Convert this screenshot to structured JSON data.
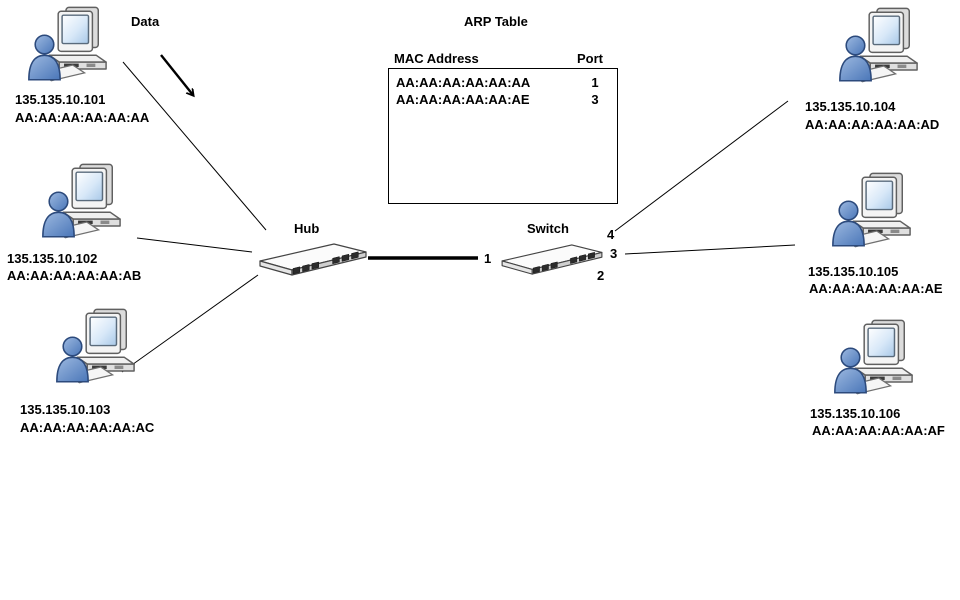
{
  "data_flow": {
    "label": "Data"
  },
  "arp_table": {
    "title": "ARP Table",
    "columns": [
      "MAC Address",
      "Port"
    ],
    "rows": [
      {
        "mac": "AA:AA:AA:AA:AA:AA",
        "port": "1"
      },
      {
        "mac": "AA:AA:AA:AA:AA:AE",
        "port": "3"
      }
    ]
  },
  "hub": {
    "label": "Hub"
  },
  "switch": {
    "label": "Switch",
    "port_labels": [
      "1",
      "2",
      "3",
      "4"
    ]
  },
  "computers": [
    {
      "ip": "135.135.10.101",
      "mac": "AA:AA:AA:AA:AA:AA"
    },
    {
      "ip": "135.135.10.102",
      "mac": "AA:AA:AA:AA:AA:AB"
    },
    {
      "ip": "135.135.10.103",
      "mac": "AA:AA:AA:AA:AA:AC"
    },
    {
      "ip": "135.135.10.104",
      "mac": "AA:AA:AA:AA:AA:AD"
    },
    {
      "ip": "135.135.10.105",
      "mac": "AA:AA:AA:AA:AA:AE"
    },
    {
      "ip": "135.135.10.106",
      "mac": "AA:AA:AA:AA:AA:AF"
    }
  ],
  "colors": {
    "line": "#000000",
    "person_blue": "#4a76b8",
    "screen_blue": "#a8c8e8",
    "device_front": "#cfcfcf"
  }
}
